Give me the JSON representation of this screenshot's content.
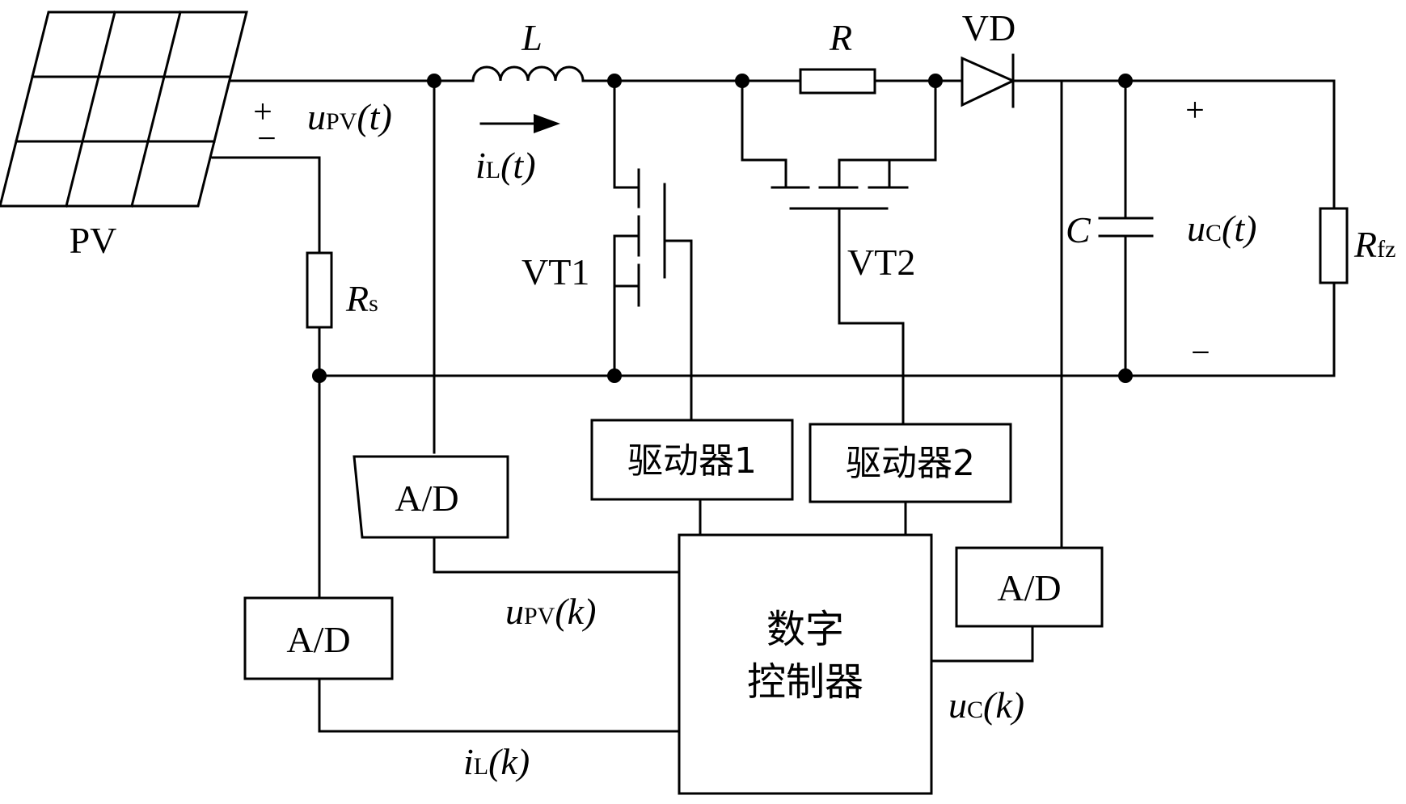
{
  "pv": {
    "label": "PV",
    "plus": "+",
    "minus": "−"
  },
  "inductor": {
    "label": "L"
  },
  "resistor": {
    "label": "R"
  },
  "diode": {
    "label": "VD"
  },
  "switch1": {
    "label": "VT1"
  },
  "switch2": {
    "label": "VT2"
  },
  "sense_resistor": {
    "main": "R",
    "sub": "s"
  },
  "capacitor": {
    "label": "C"
  },
  "load_resistor": {
    "main": "R",
    "sub": "fz"
  },
  "output": {
    "plus": "+",
    "minus": "−"
  },
  "signals": {
    "u_pv_t": {
      "main": "u",
      "sub": "PV",
      "arg": "(t)"
    },
    "i_l_t": {
      "main": "i",
      "sub": "L",
      "arg": "(t)"
    },
    "u_c_t": {
      "main": "u",
      "sub": "C",
      "arg": "(t)"
    },
    "u_pv_k": {
      "main": "u",
      "sub": "PV",
      "arg": "(k)"
    },
    "i_l_k": {
      "main": "i",
      "sub": "L",
      "arg": "(k)"
    },
    "u_c_k": {
      "main": "u",
      "sub": "C",
      "arg": "(k)"
    }
  },
  "blocks": {
    "adc_upv": "A/D",
    "adc_il": "A/D",
    "adc_uc": "A/D",
    "driver1": "驱动器1",
    "driver2": "驱动器2",
    "controller_line1": "数字",
    "controller_line2": "控制器"
  }
}
